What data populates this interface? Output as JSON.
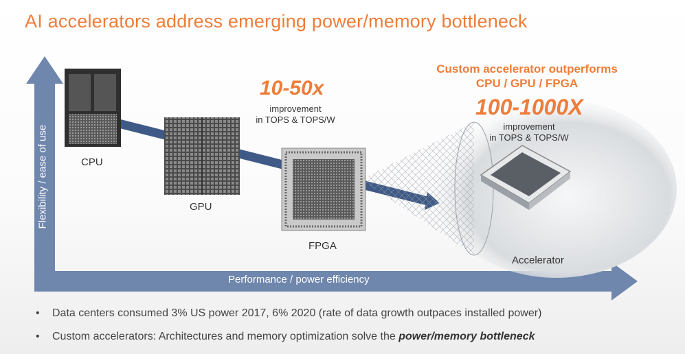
{
  "title": "AI accelerators address emerging power/memory bottleneck",
  "axes": {
    "y_label": "Flexibility  / ease of use",
    "x_label": "Performance / power efficiency"
  },
  "chips": {
    "cpu": "CPU",
    "gpu": "GPU",
    "fpga": "FPGA",
    "accelerator": "Accelerator"
  },
  "fpga_callout": {
    "value": "10-50x",
    "line1": "improvement",
    "line2": "in TOPS & TOPS/W"
  },
  "accelerator_callout": {
    "headline1": "Custom accelerator outperforms",
    "headline2": "CPU / GPU / FPGA",
    "value": "100-1000X",
    "line1": "improvement",
    "line2": "in TOPS & TOPS/W"
  },
  "bullets": {
    "bullet_char": "•",
    "b1": "Data centers consumed 3% US power 2017, 6% 2020 (rate of data growth outpaces installed power)",
    "b2_plain": "Custom accelerators:  Architectures and memory optimization solve the ",
    "b2_emph": "power/memory bottleneck"
  },
  "colors": {
    "accent": "#ee7d3a",
    "axis": "#6f86ad",
    "trend": "#3f5a86"
  }
}
